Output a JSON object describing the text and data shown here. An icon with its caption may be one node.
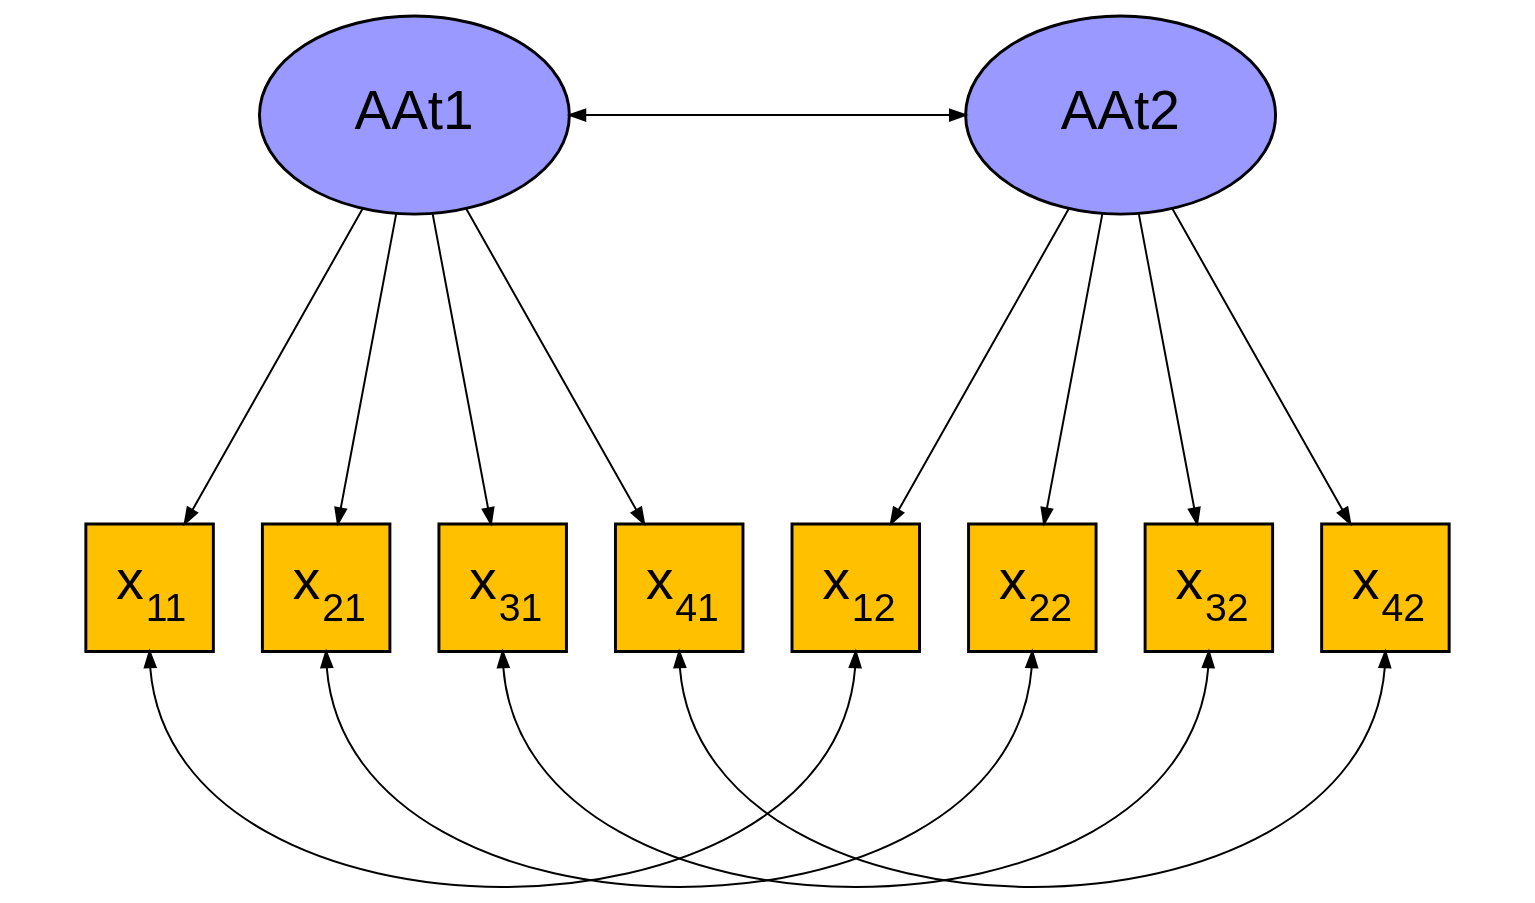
{
  "diagram": {
    "nodes": [
      {
        "text": [
          "AAt1"
        ]
      },
      {
        "text": [
          "AAt2"
        ]
      },
      {
        "text": [
          "x$_{11}$"
        ]
      },
      {
        "text": [
          "x$_{21}$"
        ]
      },
      {
        "text": [
          "x$_{31}$"
        ]
      },
      {
        "text": [
          "x$_{41}$"
        ]
      },
      {
        "text": [
          "x$_{12}$"
        ]
      },
      {
        "text": [
          "x$_{22}$"
        ]
      },
      {
        "text": [
          "x$_{32}$"
        ]
      },
      {
        "text": [
          "x$_{42}$"
        ]
      }
    ],
    "edges": [
      {
        "from": 0,
        "to": 1,
        "arrow": "both"
      },
      {
        "from": 0,
        "to": 2,
        "arrow": "to"
      },
      {
        "from": 0,
        "to": 3,
        "arrow": "to"
      },
      {
        "from": 0,
        "to": 4,
        "arrow": "to"
      },
      {
        "from": 0,
        "to": 5,
        "arrow": "to"
      },
      {
        "from": 1,
        "to": 6,
        "arrow": "to"
      },
      {
        "from": 1,
        "to": 7,
        "arrow": "to"
      },
      {
        "from": 1,
        "to": 8,
        "arrow": "to"
      },
      {
        "from": 1,
        "to": 9,
        "arrow": "to"
      },
      {
        "from": 2,
        "to": 6,
        "arrow": "both"
      },
      {
        "from": 3,
        "to": 7,
        "arrow": "both"
      },
      {
        "from": 4,
        "to": 8,
        "arrow": "both"
      },
      {
        "from": 5,
        "to": 9,
        "arrow": "both"
      }
    ]
  }
}
